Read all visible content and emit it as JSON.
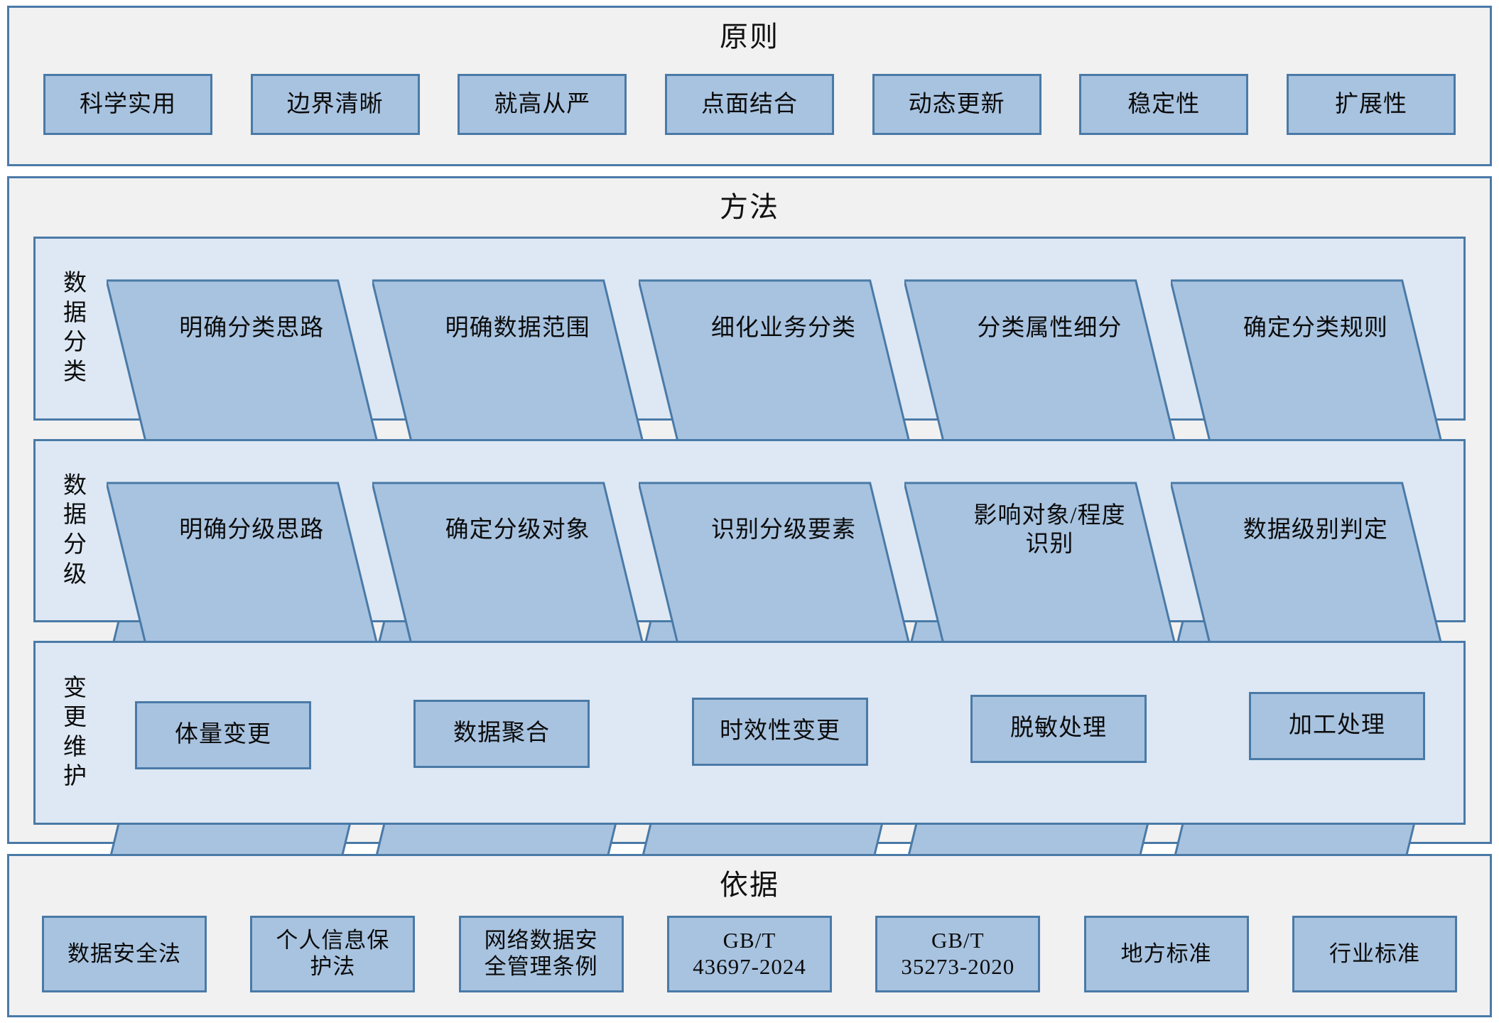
{
  "colors": {
    "border": "#4a7aa7",
    "panel_bg": "#f1f1f1",
    "band_bg": "#dde8f4",
    "box_fill": "#a8c3e0",
    "text": "#0b0b0b"
  },
  "principles": {
    "title": "原则",
    "items": [
      {
        "label": "科学实用"
      },
      {
        "label": "边界清晰"
      },
      {
        "label": "就高从严"
      },
      {
        "label": "点面结合"
      },
      {
        "label": "动态更新"
      },
      {
        "label": "稳定性"
      },
      {
        "label": "扩展性"
      }
    ]
  },
  "method": {
    "title": "方法",
    "bands": [
      {
        "label_chars": [
          "数",
          "据",
          "分",
          "类"
        ],
        "label_text": "数据分类",
        "type": "chevron",
        "steps": [
          {
            "label": "明确分类思路"
          },
          {
            "label": "明确数据范围"
          },
          {
            "label": "细化业务分类"
          },
          {
            "label": "分类属性细分"
          },
          {
            "label": "确定分类规则"
          }
        ]
      },
      {
        "label_chars": [
          "数",
          "据",
          "分",
          "级"
        ],
        "label_text": "数据分级",
        "type": "chevron",
        "steps": [
          {
            "label": "明确分级思路"
          },
          {
            "label": "确定分级对象"
          },
          {
            "label": "识别分级要素"
          },
          {
            "label": "影响对象/程度\n识别"
          },
          {
            "label": "数据级别判定"
          }
        ]
      },
      {
        "label_chars": [
          "变",
          "更",
          "维",
          "护"
        ],
        "label_text": "变更维护",
        "type": "boxes",
        "steps": [
          {
            "label": "体量变更"
          },
          {
            "label": "数据聚合"
          },
          {
            "label": "时效性变更"
          },
          {
            "label": "脱敏处理"
          },
          {
            "label": "加工处理"
          }
        ]
      }
    ]
  },
  "basis": {
    "title": "依据",
    "items": [
      {
        "label": "数据安全法"
      },
      {
        "label": "个人信息保\n护法"
      },
      {
        "label": "网络数据安\n全管理条例"
      },
      {
        "label": "GB/T\n43697-2024"
      },
      {
        "label": "GB/T\n35273-2020"
      },
      {
        "label": "地方标准"
      },
      {
        "label": "行业标准"
      }
    ]
  }
}
